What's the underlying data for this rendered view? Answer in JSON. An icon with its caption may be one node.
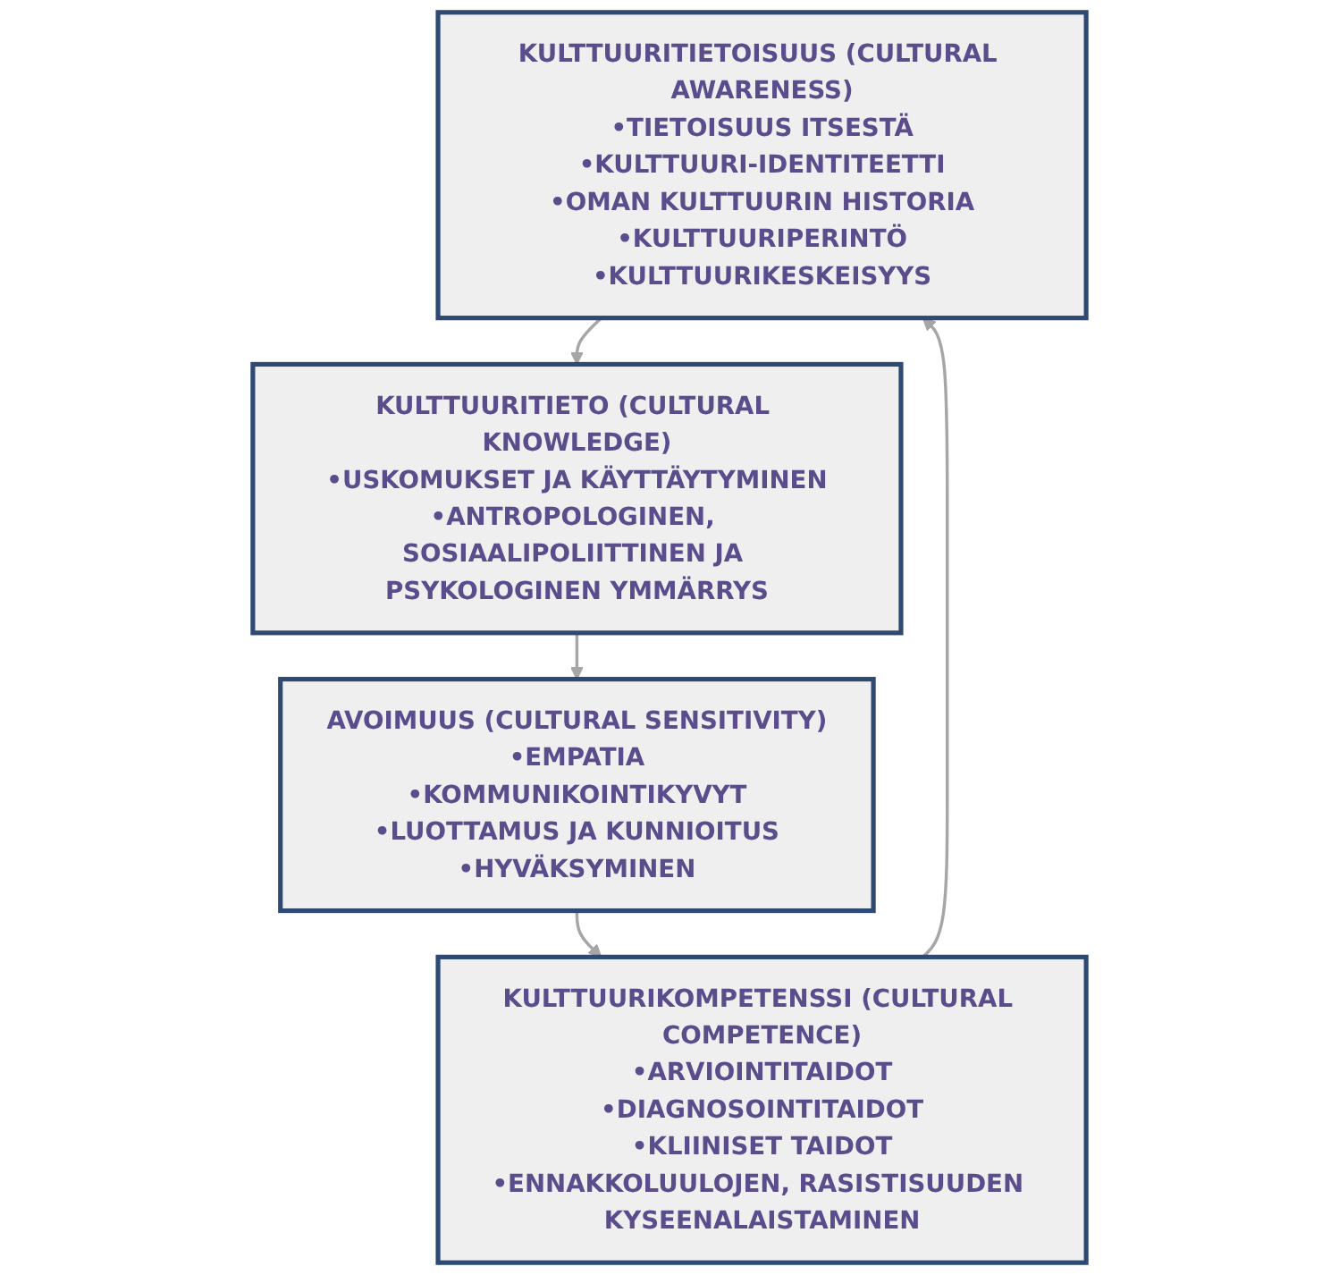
{
  "diagram": {
    "nodes": [
      {
        "text": [
          "KULTTUURITIETOISUUS (CULTURAL AWARENESS)",
          "•TIETOISUUS ITSESTÄ",
          "•KULTTUURI-IDENTITEETTI",
          "•OMAN KULTTUURIN HISTORIA",
          "•KULTTUURIPERINTÖ",
          "•KULTTUURIKESKEISYYS"
        ]
      },
      {
        "text": [
          "KULTTUURIKOMPETENSSI (CULTURAL COMPETENCE)",
          "•ARVIOINTITAIDOT",
          "•DIAGNOSOINTITAIDOT",
          "•KLIINISET TAIDOT",
          "•ENNAKKOLUULOJEN, RASISTISUUDEN KYSEENALAISTAMINEN"
        ]
      },
      {
        "text": [
          "KULTTUURITIETO (CULTURAL KNOWLEDGE)",
          "•USKOMUKSET JA KÄYTTÄYTYMINEN",
          "•ANTROPOLOGINEN, SOSIAALIPOLIITTINEN JA PSYKOLOGINEN YMMÄRRYS"
        ]
      },
      {
        "text": [
          "AVOIMUUS (CULTURAL SENSITIVITY)",
          "•EMPATIA",
          "•KOMMUNIKOINTIKYVYT",
          "•LUOTTAMUS JA KUNNIOITUS",
          "•HYVÄKSYMINEN"
        ]
      }
    ],
    "edges": [
      {
        "from": 1,
        "to": 0,
        "arrow": "to"
      },
      {
        "from": 0,
        "to": 2,
        "arrow": "to"
      },
      {
        "from": 2,
        "to": 3,
        "arrow": "to"
      },
      {
        "from": 3,
        "to": 1,
        "arrow": "to"
      }
    ]
  }
}
